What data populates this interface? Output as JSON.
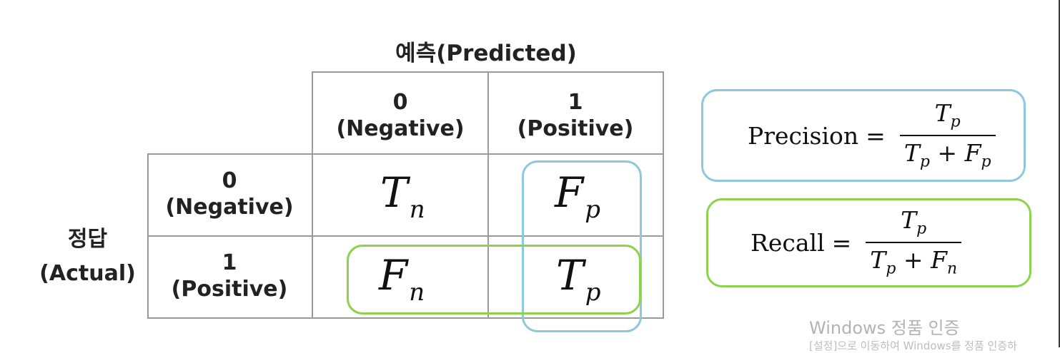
{
  "matrix": {
    "predicted_title": "예측(Predicted)",
    "actual_title_line1": "정답",
    "actual_title_line2": "(Actual)",
    "col_headers": [
      {
        "value": "0",
        "label": "(Negative)"
      },
      {
        "value": "1",
        "label": "(Positive)"
      }
    ],
    "row_headers": [
      {
        "value": "0",
        "label": "(Negative)"
      },
      {
        "value": "1",
        "label": "(Positive)"
      }
    ],
    "cells": [
      [
        {
          "base": "T",
          "sub": "n"
        },
        {
          "base": "F",
          "sub": "p"
        }
      ],
      [
        {
          "base": "F",
          "sub": "n"
        },
        {
          "base": "T",
          "sub": "p"
        }
      ]
    ],
    "highlight_colors": {
      "precision": "#8fc7dc",
      "recall": "#8cd24a"
    }
  },
  "precision": {
    "label": "Precision",
    "equals": "=",
    "numerator": {
      "base": "T",
      "sub": "p"
    },
    "denominator": {
      "a_base": "T",
      "a_sub": "p",
      "op": "+",
      "b_base": "F",
      "b_sub": "p"
    }
  },
  "recall": {
    "label": "Recall",
    "equals": "=",
    "numerator": {
      "base": "T",
      "sub": "p"
    },
    "denominator": {
      "a_base": "T",
      "a_sub": "p",
      "op": "+",
      "b_base": "F",
      "b_sub": "n"
    }
  },
  "watermark": {
    "line1": "Windows 정품 인증",
    "line2": "[설정]으로 이동하여 Windows를 정품 인증하"
  }
}
